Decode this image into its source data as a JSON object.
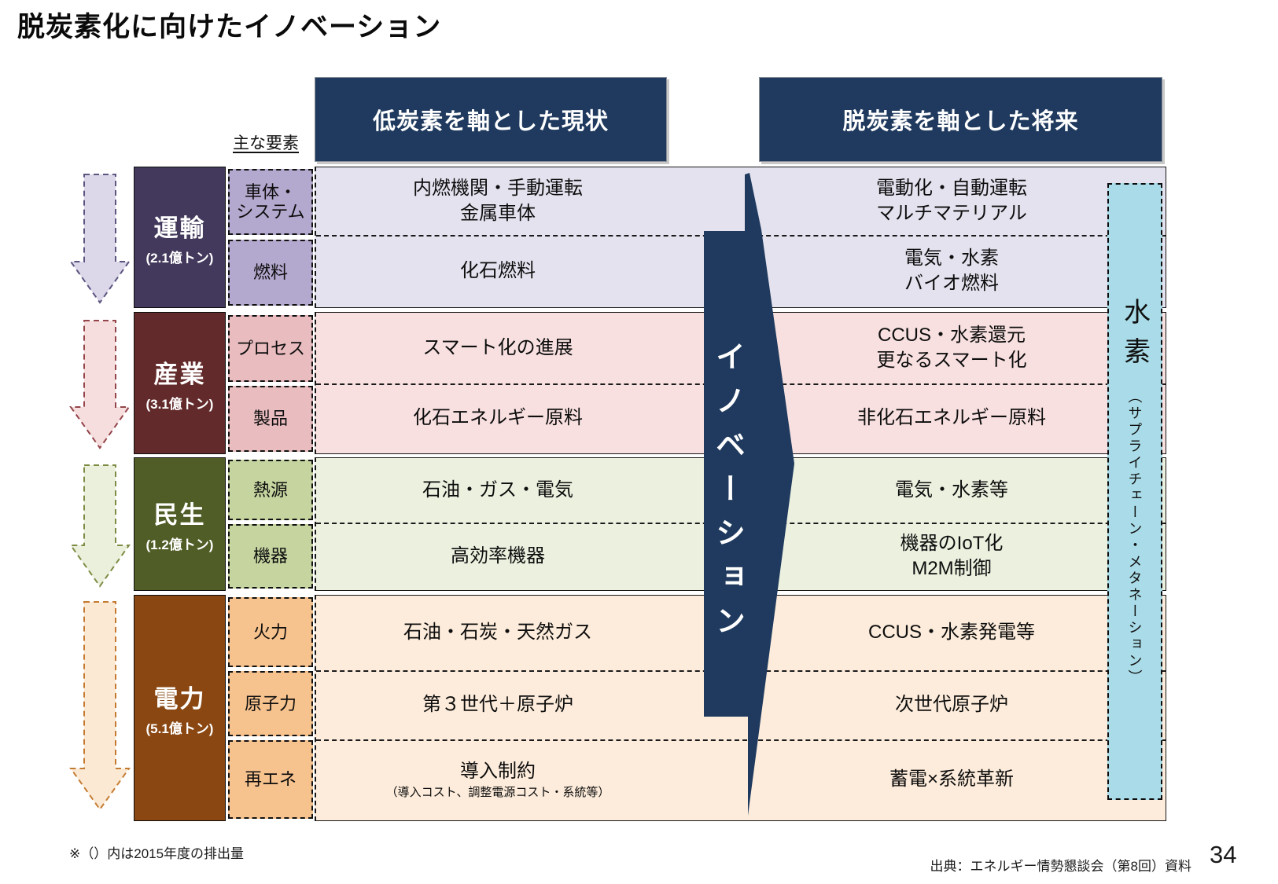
{
  "title": "脱炭素化に向けたイノベーション",
  "headers": {
    "elements_label": "主な要素",
    "current": "低炭素を軸とした現状",
    "future": "脱炭素を軸とした将来"
  },
  "center_arrow": {
    "label": "イノベーション"
  },
  "hydrogen_bar": {
    "label": "水素",
    "sublabel": "（サプライチェーン・メタネーション）"
  },
  "sectors": [
    {
      "name": "運輸",
      "emission": "(2.1億トン)",
      "rows": [
        {
          "element": [
            "車体・",
            "システム"
          ],
          "current": [
            "内燃機関・手動運転",
            "金属車体"
          ],
          "future": [
            "電動化・自動運転",
            "マルチマテリアル"
          ]
        },
        {
          "element": [
            "燃料"
          ],
          "current": [
            "化石燃料"
          ],
          "future": [
            "電気・水素",
            "バイオ燃料"
          ]
        }
      ]
    },
    {
      "name": "産業",
      "emission": "(3.1億トン)",
      "rows": [
        {
          "element": [
            "プロセス"
          ],
          "current": [
            "スマート化の進展"
          ],
          "future": [
            "CCUS・水素還元",
            "更なるスマート化"
          ]
        },
        {
          "element": [
            "製品"
          ],
          "current": [
            "化石エネルギー原料"
          ],
          "future": [
            "非化石エネルギー原料"
          ]
        }
      ]
    },
    {
      "name": "民生",
      "emission": "(1.2億トン)",
      "rows": [
        {
          "element": [
            "熱源"
          ],
          "current": [
            "石油・ガス・電気"
          ],
          "future": [
            "電気・水素等"
          ]
        },
        {
          "element": [
            "機器"
          ],
          "current": [
            "高効率機器"
          ],
          "future": [
            "機器のIoT化",
            "M2M制御"
          ]
        }
      ]
    },
    {
      "name": "電力",
      "emission": "(5.1億トン)",
      "rows": [
        {
          "element": [
            "火力"
          ],
          "current": [
            "石油・石炭・天然ガス"
          ],
          "future": [
            "CCUS・水素発電等"
          ]
        },
        {
          "element": [
            "原子力"
          ],
          "current": [
            "第３世代＋原子炉"
          ],
          "future": [
            "次世代原子炉"
          ]
        },
        {
          "element": [
            "再エネ"
          ],
          "current": [
            "導入制約"
          ],
          "current_note": "（導入コスト、調整電源コスト・系統等）",
          "future": [
            "蓄電×系統革新"
          ]
        }
      ]
    }
  ],
  "footnote": "※（）内は2015年度の排出量",
  "source": "出典：エネルギー情勢懇談会（第8回）資料",
  "page_number": "34",
  "colors": {
    "navy": "#1f3a5e",
    "hydrogen_bar": "#a9dce8",
    "sectors": [
      {
        "dark": "#43395c",
        "element": "#b3a8ce",
        "band": "#e5e2ef"
      },
      {
        "dark": "#632a2b",
        "element": "#e9bcbf",
        "band": "#f8e0e0"
      },
      {
        "dark": "#505d26",
        "element": "#c6d5a0",
        "band": "#ebf0df"
      },
      {
        "dark": "#8a4712",
        "element": "#f6c28e",
        "band": "#fdecdb"
      }
    ]
  }
}
